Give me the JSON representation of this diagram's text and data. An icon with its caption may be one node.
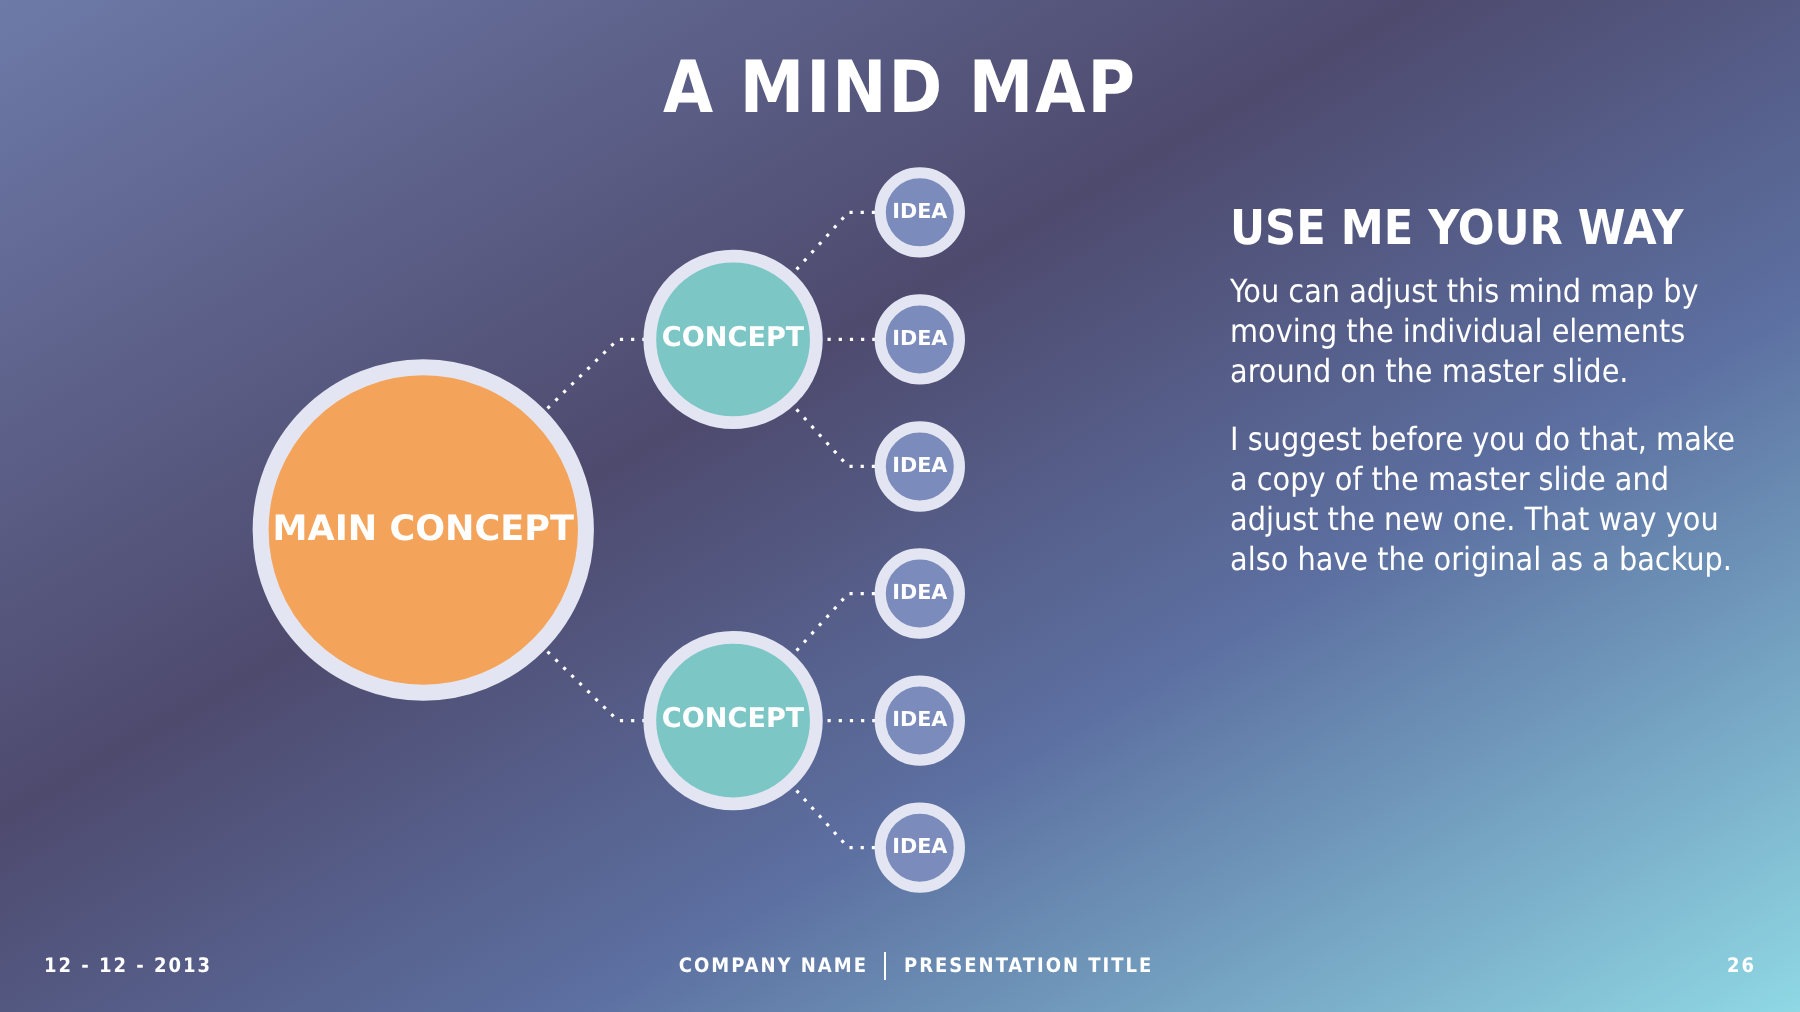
{
  "diagram": {
    "title": "A MIND MAP",
    "nodes": [
      {
        "text": [
          "MAIN CONCEPT"
        ]
      },
      {
        "text": [
          "CONCEPT"
        ]
      },
      {
        "text": [
          "CONCEPT"
        ]
      },
      {
        "text": [
          "IDEA"
        ]
      },
      {
        "text": [
          "IDEA"
        ]
      },
      {
        "text": [
          "IDEA"
        ]
      },
      {
        "text": [
          "IDEA"
        ]
      },
      {
        "text": [
          "IDEA"
        ]
      },
      {
        "text": [
          "IDEA"
        ]
      }
    ],
    "edges": [
      {
        "from": 0,
        "to": 1,
        "arrow": "none",
        "style": "dashed"
      },
      {
        "from": 0,
        "to": 2,
        "arrow": "none",
        "style": "dashed"
      },
      {
        "from": 1,
        "to": 3,
        "arrow": "none",
        "style": "dashed"
      },
      {
        "from": 1,
        "to": 4,
        "arrow": "none",
        "style": "dashed"
      },
      {
        "from": 1,
        "to": 5,
        "arrow": "none",
        "style": "dashed"
      },
      {
        "from": 2,
        "to": 6,
        "arrow": "none",
        "style": "dashed"
      },
      {
        "from": 2,
        "to": 7,
        "arrow": "none",
        "style": "dashed"
      },
      {
        "from": 2,
        "to": 8,
        "arrow": "none",
        "style": "dashed"
      }
    ],
    "labels": [
      "USE ME YOUR WAY",
      "You can adjust this mind map by moving the individual elements around on the master slide.",
      "I suggest before you do that, make a copy of the master slide and adjust the new one. That way you also have the original as a backup.",
      "12 - 12 - 2013",
      "COMPANY NAME",
      "PRESENTATION TITLE",
      "26"
    ]
  }
}
